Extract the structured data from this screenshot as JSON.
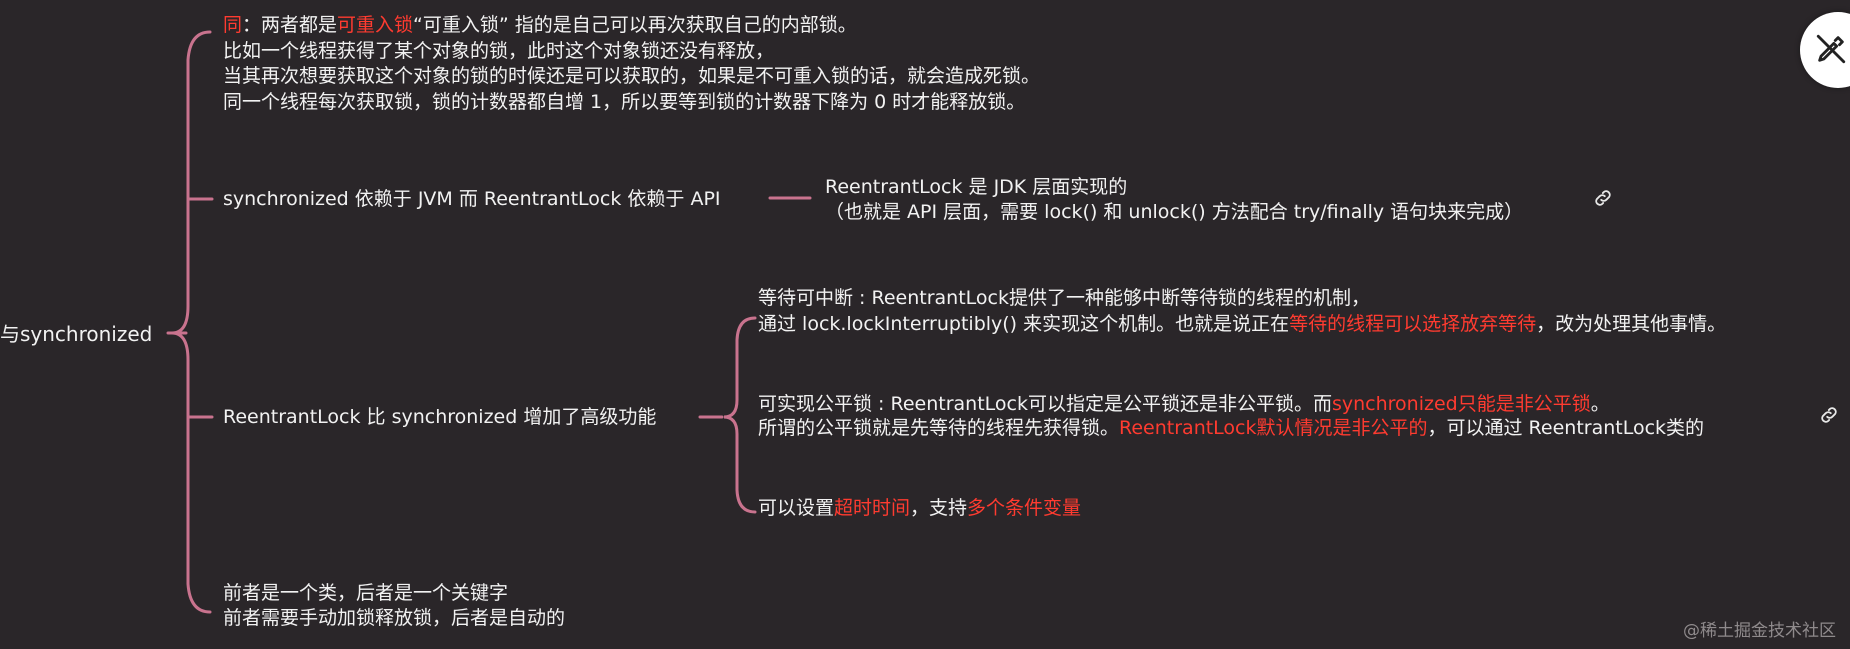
{
  "root": {
    "label": "与synchronized"
  },
  "branches": {
    "same": {
      "prefix": "同",
      "colon": "：两者都是",
      "highlight": "可重入锁",
      "rest": "“可重入锁” 指的是自己可以再次获取自己的内部锁。",
      "line2": "比如一个线程获得了某个对象的锁，此时这个对象锁还没有释放，",
      "line3": "当其再次想要获取这个对象的锁的时候还是可以获取的，如果是不可重入锁的话，就会造成死锁。",
      "line4": "同一个线程每次获取锁，锁的计数器都自增 1，所以要等到锁的计数器下降为 0 时才能释放锁。"
    },
    "dependency": {
      "label": "synchronized 依赖于 JVM 而 ReentrantLock 依赖于 API",
      "child_line1": "ReentrantLock 是 JDK 层面实现的",
      "child_line2": "（也就是 API 层面，需要 lock() 和 unlock() 方法配合 try/finally 语句块来完成）"
    },
    "advanced": {
      "label": "ReentrantLock 比 synchronized 增加了高级功能",
      "interrupt": {
        "line1": "等待可中断 : ReentrantLock提供了一种能够中断等待锁的线程的机制，",
        "line2_a": "通过 lock.lockInterruptibly() 来实现这个机制。也就是说正在",
        "line2_red": "等待的线程可以选择放弃等待",
        "line2_b": "，改为处理其他事情。"
      },
      "fair": {
        "line1_a": "可实现公平锁 : ReentrantLock可以指定是公平锁还是非公平锁。而",
        "line1_red": "synchronized只能是非公平锁",
        "line1_b": "。",
        "line2_a": "所谓的公平锁就是先等待的线程先获得锁。",
        "line2_red": "ReentrantLock默认情况是非公平的",
        "line2_b": "，可以通过 ReentrantLock类的"
      },
      "timeout": {
        "a": "可以设置",
        "red1": "超时时间",
        "b": "，支持",
        "red2": "多个条件变量"
      }
    },
    "class_vs_keyword": {
      "line1": "前者是一个类，后者是一个关键字",
      "line2": "前者需要手动加锁释放锁，后者是自动的"
    }
  },
  "watermark": "@稀土掘金技术社区",
  "colors": {
    "background": "#2a2629",
    "connector": "#c9738e",
    "highlight": "#ff3b30",
    "text": "#f2f2f2"
  }
}
